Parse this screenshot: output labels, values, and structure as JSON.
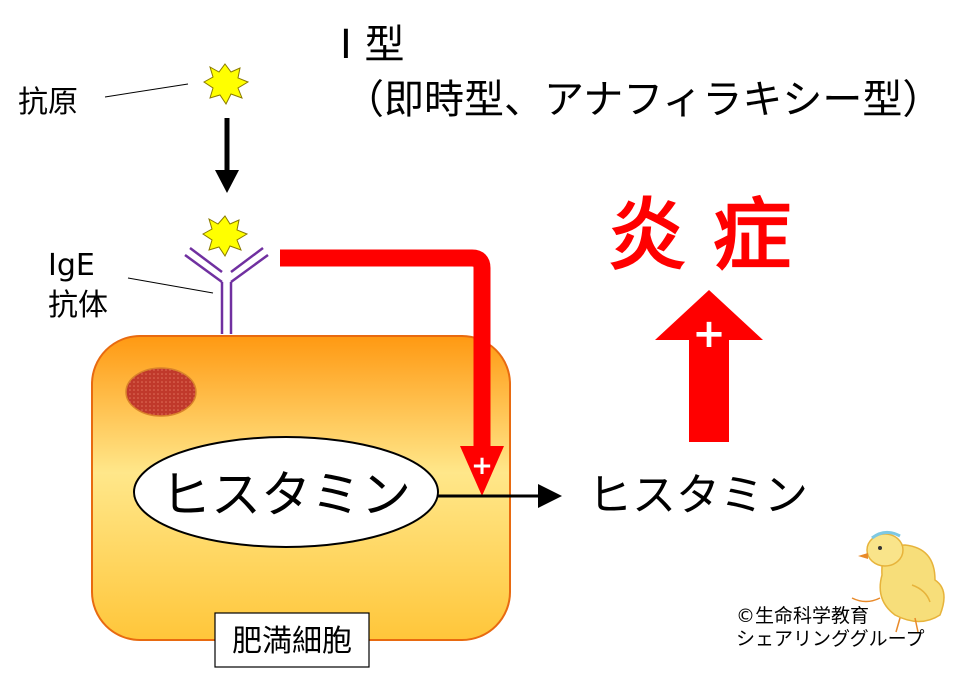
{
  "title": {
    "line1": "I 型",
    "line2": "（即時型、アナフィラキシー型）"
  },
  "labels": {
    "antigen": "抗原",
    "ige": "IgE",
    "antibody": "抗体",
    "inflammation": "炎 症",
    "histamine_inside": "ヒスタミン",
    "histamine_released": "ヒスタミン",
    "mast_cell": "肥満細胞",
    "plus_sign": "+",
    "plus_sign_big": "+"
  },
  "credit": {
    "line1": "©生命科学教育",
    "line2": "シェアリンググループ"
  },
  "colors": {
    "red": "#ff0000",
    "antibody_purple": "#7030a0",
    "antigen_yellow": "#ffff00",
    "cell_top": "#ff9900",
    "cell_mid": "#ffe480",
    "cell_bottom": "#ffcc33",
    "cell_border": "#e86a10",
    "nucleus": "#c0392b"
  },
  "icons": {
    "antigen": "antigen-star-icon",
    "mascot": "chick-mascot-icon"
  }
}
